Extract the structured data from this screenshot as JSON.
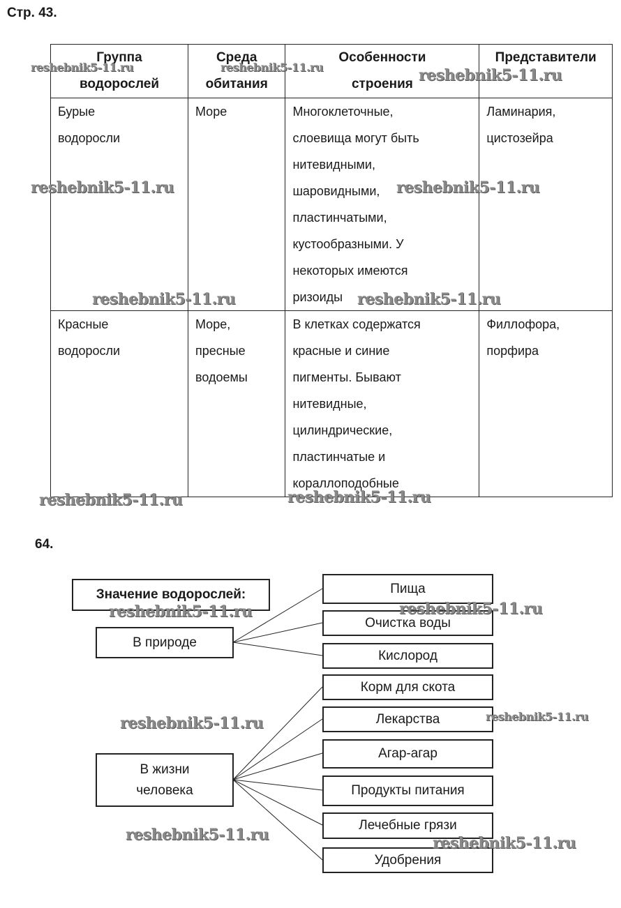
{
  "page_title": "Стр. 43.",
  "table": {
    "headers": [
      {
        "line1": "Группа",
        "line2": "водорослей"
      },
      {
        "line1": "Среда",
        "line2": "обитания"
      },
      {
        "line1": "Особенности",
        "line2": "строения"
      },
      {
        "line1": "Представители",
        "line2": ""
      }
    ],
    "rows": [
      {
        "group": [
          "Бурые",
          "водоросли"
        ],
        "habitat": [
          "Море"
        ],
        "features": [
          "Многоклеточные,",
          "слоевища могут быть",
          "нитевидными,",
          "шаровидными,",
          "пластинчатыми,",
          "кустообразными. У",
          "некоторых имеются",
          "ризоиды"
        ],
        "representatives": [
          "Ламинария,",
          "цистозейра"
        ]
      },
      {
        "group": [
          "Красные",
          "водоросли"
        ],
        "habitat": [
          "Море,",
          "пресные",
          "водоемы"
        ],
        "features": [
          "В клетках содержатся",
          "красные и синие",
          "пигменты. Бывают",
          "нитевидные,",
          "цилиндрические,",
          "пластинчатые и",
          "кораллоподобные"
        ],
        "representatives": [
          "Филлофора,",
          "порфира"
        ]
      }
    ]
  },
  "task_number": "64.",
  "diagram": {
    "heading": "Значение водорослей:",
    "nature": {
      "label": "В природе",
      "items": [
        "Пища",
        "Очистка воды",
        "Кислород"
      ]
    },
    "human": {
      "label_line1": "В жизни",
      "label_line2": "человека",
      "items": [
        "Корм для скота",
        "Лекарства",
        "Агар-агар",
        "Продукты питания",
        "Лечебные грязи",
        "Удобрения"
      ]
    }
  },
  "watermark": "reshebnik5-11.ru"
}
